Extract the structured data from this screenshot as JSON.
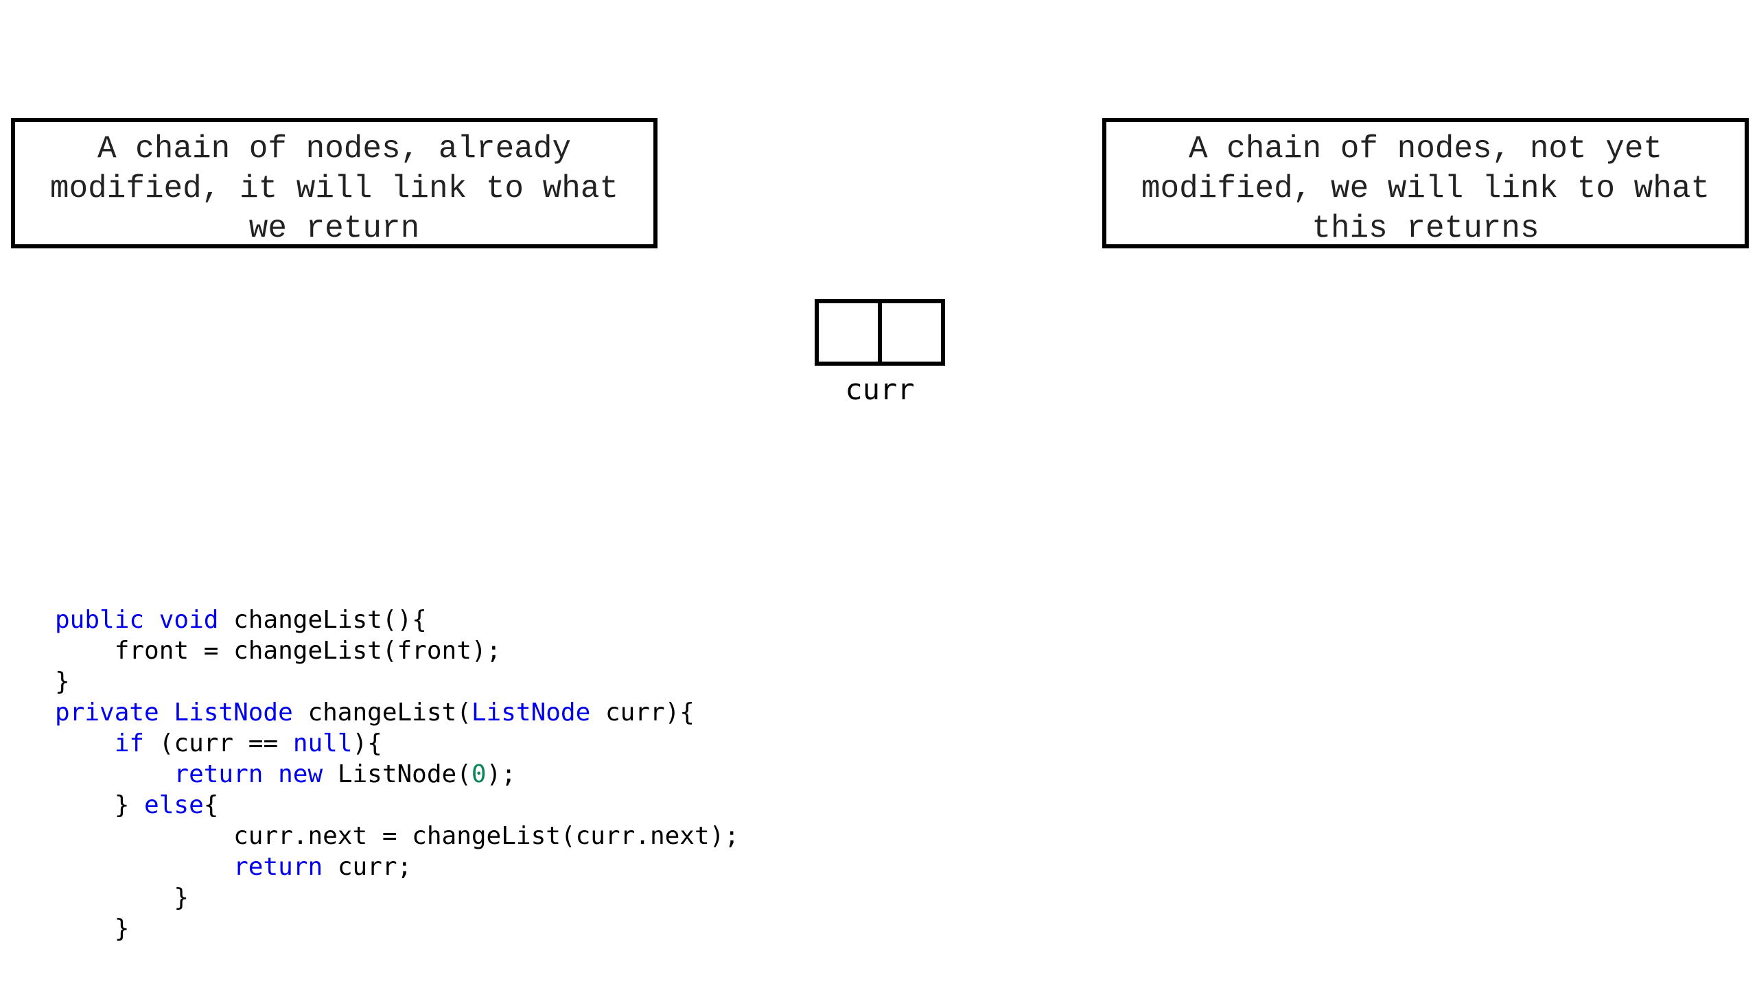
{
  "left_box": {
    "lines": [
      "A chain of nodes, already",
      "modified, it will link to what",
      "we return"
    ]
  },
  "right_box": {
    "lines": [
      "A chain of nodes, not yet",
      "modified, we will link to what",
      "this returns"
    ]
  },
  "node": {
    "label": "curr"
  },
  "code": {
    "lines": [
      [
        {
          "t": "public void",
          "k": "kw"
        },
        {
          "t": " changeList(){"
        }
      ],
      [
        {
          "t": "    front = changeList(front);"
        }
      ],
      [
        {
          "t": "}"
        }
      ],
      [
        {
          "t": "private ListNode",
          "k": "kw"
        },
        {
          "t": " changeList("
        },
        {
          "t": "ListNode",
          "k": "kw"
        },
        {
          "t": " curr){"
        }
      ],
      [
        {
          "t": "    "
        },
        {
          "t": "if",
          "k": "kw"
        },
        {
          "t": " (curr == "
        },
        {
          "t": "null",
          "k": "kw"
        },
        {
          "t": "){"
        }
      ],
      [
        {
          "t": "        "
        },
        {
          "t": "return new",
          "k": "kw"
        },
        {
          "t": " ListNode("
        },
        {
          "t": "0",
          "k": "num"
        },
        {
          "t": ");"
        }
      ],
      [
        {
          "t": "    } "
        },
        {
          "t": "else",
          "k": "kw"
        },
        {
          "t": "{"
        }
      ],
      [
        {
          "t": "            curr.next = changeList(curr.next);"
        }
      ],
      [
        {
          "t": "            "
        },
        {
          "t": "return",
          "k": "kw"
        },
        {
          "t": " curr;"
        }
      ],
      [
        {
          "t": "        }"
        }
      ],
      [
        {
          "t": "    }"
        }
      ]
    ]
  },
  "colors": {
    "keyword": "#0000ee",
    "number": "#098658",
    "text": "#000000"
  }
}
